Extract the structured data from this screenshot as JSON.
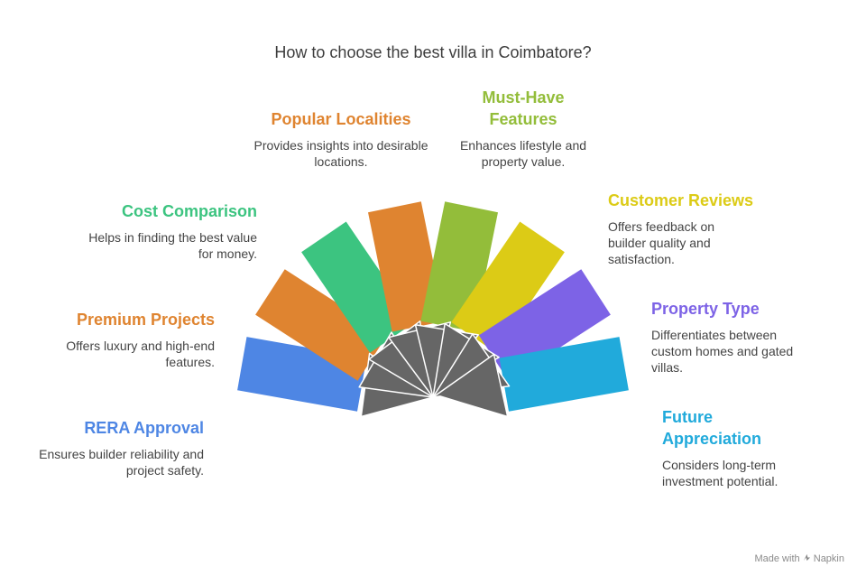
{
  "title": "How to choose the best villa in Coimbatore?",
  "items": [
    {
      "key": "rera",
      "heading": "RERA Approval",
      "description": "Ensures builder reliability and project safety.",
      "color": "#4e86e4"
    },
    {
      "key": "premium",
      "heading": "Premium Projects",
      "description": "Offers luxury and high-end features.",
      "color": "#df8430"
    },
    {
      "key": "cost",
      "heading": "Cost Comparison",
      "description": "Helps in finding the best value for money.",
      "color": "#3cc480"
    },
    {
      "key": "localities",
      "heading": "Popular Localities",
      "description": "Provides insights into desirable locations.",
      "color": "#df8430"
    },
    {
      "key": "features",
      "heading": "Must-Have Features",
      "description": "Enhances lifestyle and property value.",
      "color": "#93bd3a"
    },
    {
      "key": "reviews",
      "heading": "Customer Reviews",
      "description": "Offers feedback on builder quality and satisfaction.",
      "color": "#dccb16"
    },
    {
      "key": "property",
      "heading": "Property Type",
      "description": "Differentiates between custom homes and gated villas.",
      "color": "#7d63e6"
    },
    {
      "key": "future",
      "heading": "Future Appreciation",
      "description": "Considers long-term investment potential.",
      "color": "#21aadb"
    }
  ],
  "hub_color": "#666666",
  "footer": {
    "made_with": "Made with",
    "brand": "Napkin",
    "icon": "napkin-logo-icon"
  }
}
